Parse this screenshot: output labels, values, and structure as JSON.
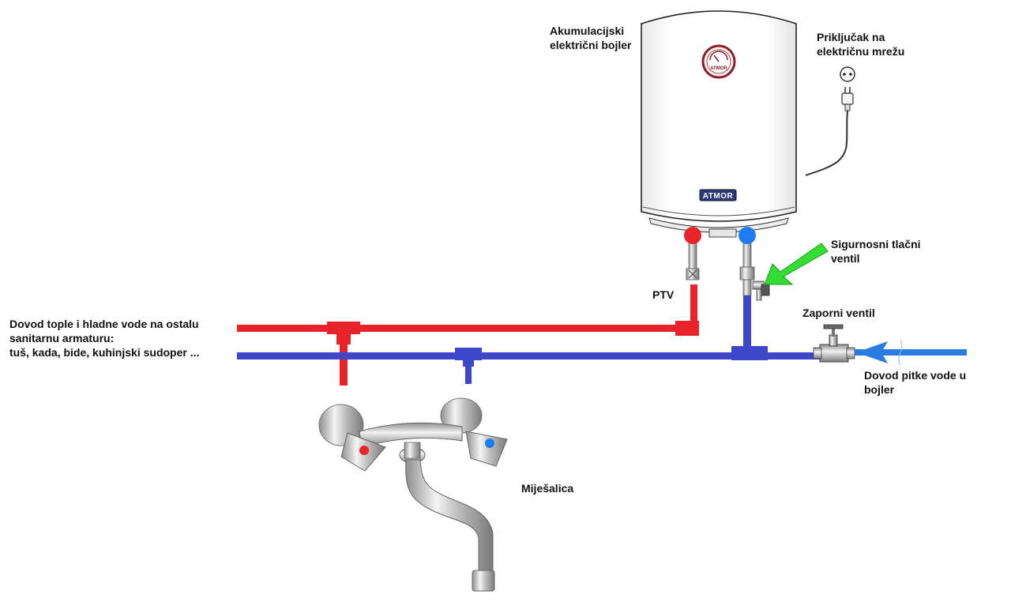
{
  "labels": {
    "boiler": [
      "Akumulacijski",
      "električni bojler"
    ],
    "power": [
      "Priključak na",
      "električnu mrežu"
    ],
    "safety_valve": [
      "Sigurnosni tlačni",
      "ventil"
    ],
    "ptv": "PTV",
    "supply": [
      "Dovod tople i hladne vode na ostalu",
      "sanitarnu armaturu:",
      "tuš, kada, bide, kuhinjski sudoper ..."
    ],
    "shutoff_valve": "Zaporni ventil",
    "water_inlet": [
      "Dovod pitke vode u",
      "bojler"
    ],
    "mixer": "Miješalica"
  },
  "brand": {
    "name": "ATMOR",
    "badge_text": "ATMOR"
  },
  "colors": {
    "hot_pipe": "#e8232a",
    "cold_pipe": "#3f47c9",
    "inlet_pipe": "#2a7de0",
    "safety_arrow": "#33dd33",
    "hot_knob": "#e8232a",
    "cold_knob": "#1e7ef0"
  },
  "icons": {
    "socket": "power-socket-icon",
    "plug": "power-plug-icon",
    "arrow": "green-arrow-icon"
  }
}
